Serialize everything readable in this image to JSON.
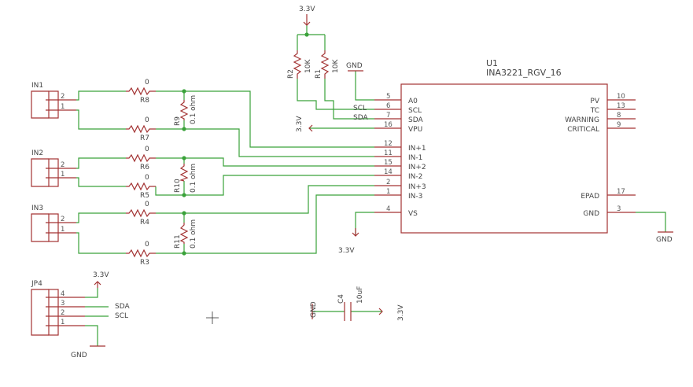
{
  "power": {
    "vcc": "3.3V",
    "gnd": "GND"
  },
  "u1": {
    "ref": "U1",
    "value": "INA3221_RGV_16",
    "left_pins": [
      {
        "num": "5",
        "name": "A0"
      },
      {
        "num": "6",
        "name": "SCL"
      },
      {
        "num": "7",
        "name": "SDA"
      },
      {
        "num": "16",
        "name": "VPU"
      },
      {
        "num": "12",
        "name": "IN+1"
      },
      {
        "num": "11",
        "name": "IN-1"
      },
      {
        "num": "15",
        "name": "IN+2"
      },
      {
        "num": "14",
        "name": "IN-2"
      },
      {
        "num": "2",
        "name": "IN+3"
      },
      {
        "num": "1",
        "name": "IN-3"
      },
      {
        "num": "4",
        "name": "VS"
      }
    ],
    "right_pins": [
      {
        "num": "10",
        "name": "PV"
      },
      {
        "num": "13",
        "name": "TC"
      },
      {
        "num": "8",
        "name": "WARNING"
      },
      {
        "num": "9",
        "name": "CRITICAL"
      },
      {
        "num": "17",
        "name": "EPAD"
      },
      {
        "num": "3",
        "name": "GND"
      }
    ]
  },
  "resistors": {
    "r1": {
      "ref": "R1",
      "value": "10K"
    },
    "r2": {
      "ref": "R2",
      "value": "10K"
    },
    "r3": {
      "ref": "R3",
      "value": "0"
    },
    "r4": {
      "ref": "R4",
      "value": "0"
    },
    "r5": {
      "ref": "R5",
      "value": "0"
    },
    "r6": {
      "ref": "R6",
      "value": "0"
    },
    "r7": {
      "ref": "R7",
      "value": "0"
    },
    "r8": {
      "ref": "R8",
      "value": "0"
    },
    "r9": {
      "ref": "R9",
      "value": "0.1 ohm"
    },
    "r10": {
      "ref": "R10",
      "value": "0.1 ohm"
    },
    "r11": {
      "ref": "R11",
      "value": "0.1 ohm"
    }
  },
  "connectors": {
    "in1": {
      "ref": "IN1",
      "pins": [
        "2",
        "1"
      ]
    },
    "in2": {
      "ref": "IN2",
      "pins": [
        "2",
        "1"
      ]
    },
    "in3": {
      "ref": "IN3",
      "pins": [
        "2",
        "1"
      ]
    },
    "jp4": {
      "ref": "JP4",
      "pins": [
        "4",
        "3",
        "2",
        "1"
      ]
    }
  },
  "capacitor": {
    "ref": "C4",
    "value": "10uF"
  },
  "nets": {
    "sda": "SDA",
    "scl": "SCL"
  }
}
